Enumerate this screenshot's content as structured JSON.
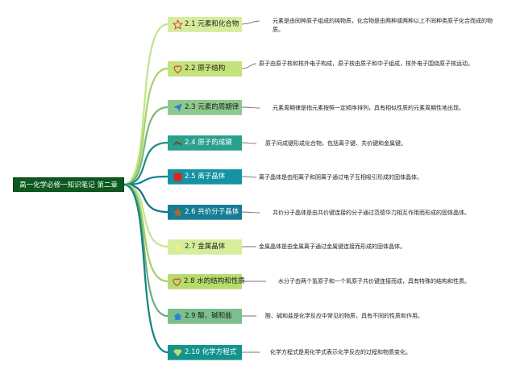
{
  "root": {
    "title": "高一化学必修一知识笔记 第二章"
  },
  "topics": [
    {
      "label": "2.1 元素和化合物",
      "icon": "star-outline-icon",
      "color": "#d6ee9c",
      "line": "#bfe58a",
      "desc": "元素是由同种原子组成的纯物质，化合物是由两种或两种以上不同种类原子化合而成的物质。"
    },
    {
      "label": "2.2 原子结构",
      "icon": "heart-outline-icon",
      "color": "#c3e27a",
      "line": "#a9d266",
      "desc": "原子由原子核和核外电子构成，原子核由质子和中子组成，核外电子围绕原子核运动。"
    },
    {
      "label": "2.3 元素的周期律",
      "icon": "send-icon",
      "color": "#8ec98c",
      "line": "#78b87a",
      "desc": "元素周期律是指元素按照一定顺序排列，具有相似性质的元素周期性地出现。"
    },
    {
      "label": "2.4 原子的成键",
      "icon": "bond-icon",
      "color": "#2aa08e",
      "line": "#1b8f80",
      "desc": "原子间成键形成化合物，包括离子键、共价键和金属键。"
    },
    {
      "label": "2.5 离子晶体",
      "icon": "red-square-icon",
      "color": "#1592a3",
      "line": "#0f8598",
      "desc": "离子晶体是由阳离子和阴离子通过电子互相吸引形成的固体晶体。"
    },
    {
      "label": "2.6 共价分子晶体",
      "icon": "star-filled-icon",
      "color": "#157e95",
      "line": "#0f6f86",
      "desc": "共价分子晶体是由共价键连接的分子通过范德华力相互作用而形成的固体晶体。"
    },
    {
      "label": "2.7 金属晶体",
      "icon": "sun-icon",
      "color": "#d6ee9c",
      "line": "#c4e490",
      "desc": "金属晶体是由金属离子通过金属键连接而形成的固体晶体。"
    },
    {
      "label": "2.8 水的结构和性质",
      "icon": "heart-outline-icon",
      "color": "#b7dc6e",
      "line": "#a6d060",
      "desc": "水分子由两个氢原子和一个氧原子共价键连接而成，具有特殊的结构和性质。"
    },
    {
      "label": "2.9 酸、碱和盐",
      "icon": "house-icon",
      "color": "#7bbf8c",
      "line": "#6aae7c",
      "desc": "酸、碱和盐是化学反应中常见的物质，具有不同的性质和作用。"
    },
    {
      "label": "2.10 化学方程式",
      "icon": "gem-icon",
      "color": "#14938e",
      "line": "#10847f",
      "desc": "化学方程式是用化学式表示化学反应的过程和物质变化。"
    }
  ]
}
